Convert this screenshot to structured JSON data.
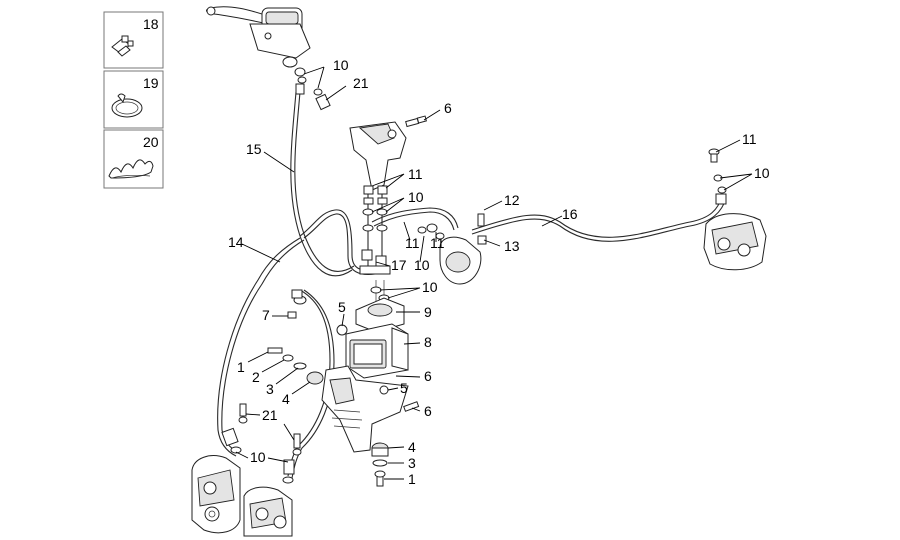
{
  "callouts": {
    "c1_left": "1",
    "c1_bottom": "1",
    "c2_left": "2",
    "c3_left": "3",
    "c3_bottom": "3",
    "c4_left": "4",
    "c4_bottom": "4",
    "c5_upper": "5",
    "c5_lower": "5",
    "c6_top": "6",
    "c6_mid": "6",
    "c6_low": "6",
    "c7": "7",
    "c8": "8",
    "c9": "9",
    "c10_top": "10",
    "c10_mid": "10",
    "c10_center": "10",
    "c10_pump": "10",
    "c10_right": "10",
    "c10_bottom": "10",
    "c11_mid": "11",
    "c11_center": "11",
    "c11_right": "11",
    "c12": "12",
    "c13": "13",
    "c14": "14",
    "c15": "15",
    "c16": "16",
    "c17": "17",
    "c18": "18",
    "c19": "19",
    "c20": "20",
    "c21_top": "21",
    "c21_bottom": "21"
  }
}
